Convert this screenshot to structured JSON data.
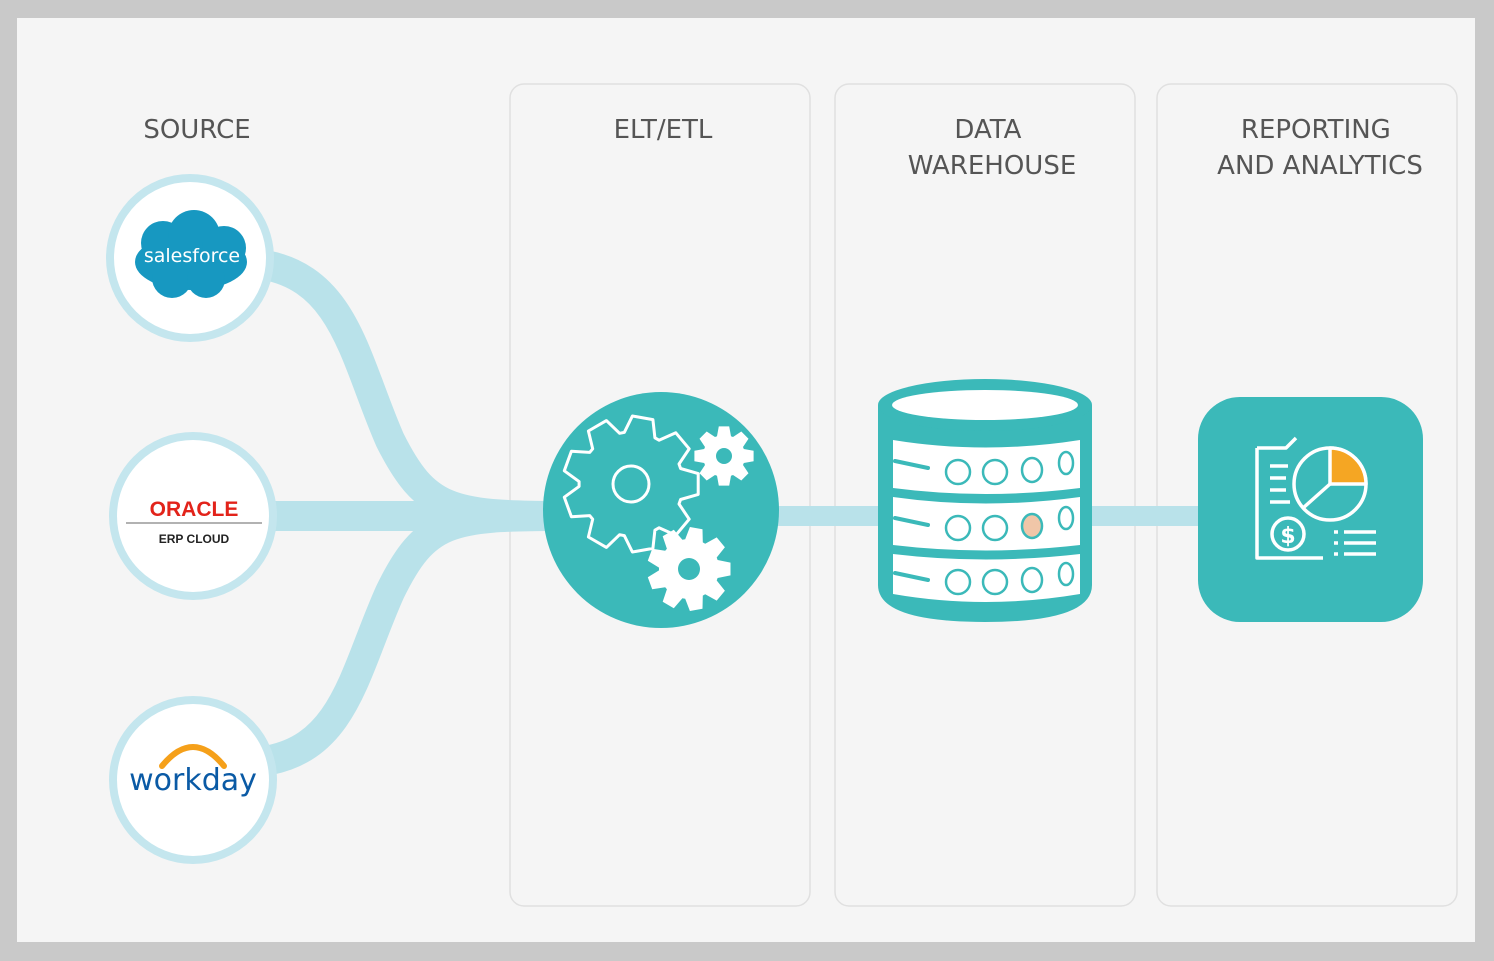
{
  "stages": {
    "source": {
      "lines": [
        "SOURCE"
      ]
    },
    "etl": {
      "lines": [
        "ELT/ETL"
      ]
    },
    "warehouse": {
      "lines": [
        "DATA",
        "WAREHOUSE"
      ]
    },
    "reporting": {
      "lines": [
        "REPORTING",
        "AND ANALYTICS"
      ]
    }
  },
  "sources": {
    "salesforce": {
      "logo_text": "salesforce"
    },
    "oracle": {
      "logo_text": "ORACLE",
      "logo_subtext": "ERP CLOUD"
    },
    "workday": {
      "logo_text": "workday"
    }
  },
  "colors": {
    "teal": "#3bb9b9",
    "flow": "#b9e2ea",
    "ring": "#c4e6ee",
    "panel_border": "#e0e0e0",
    "label": "#555555",
    "salesforce_blue": "#1798c1",
    "oracle_red": "#e2231a",
    "workday_blue": "#0a5aa5",
    "workday_orange": "#f5a01a",
    "chart_orange": "#f5a623"
  }
}
